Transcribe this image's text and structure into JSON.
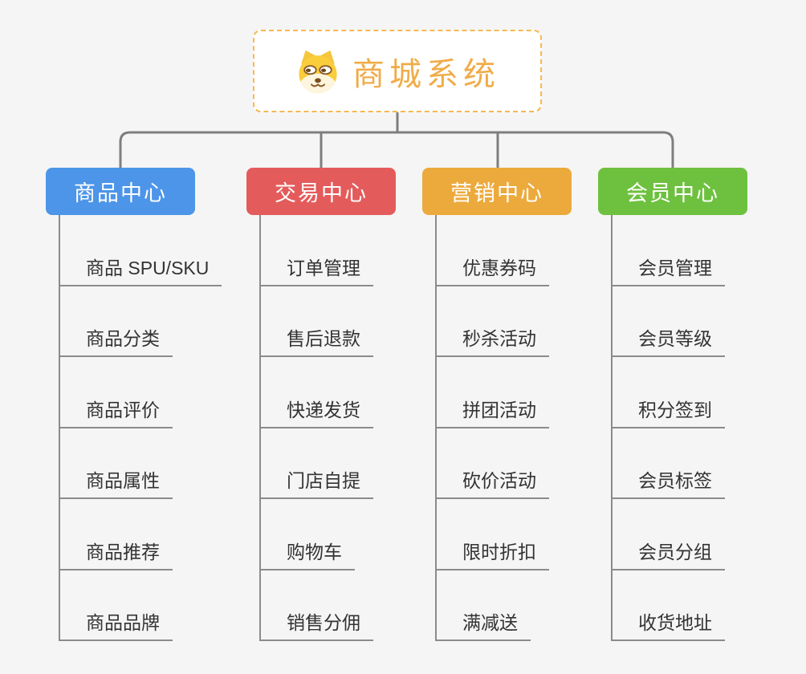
{
  "root": {
    "title": "商城系统",
    "icon": "doge-icon",
    "title_color": "#F0AC48",
    "border_color": "#F7B850"
  },
  "branches": [
    {
      "label": "商品中心",
      "color": "#4C95E8",
      "children": [
        "商品 SPU/SKU",
        "商品分类",
        "商品评价",
        "商品属性",
        "商品推荐",
        "商品品牌"
      ]
    },
    {
      "label": "交易中心",
      "color": "#E45B5B",
      "children": [
        "订单管理",
        "售后退款",
        "快递发货",
        "门店自提",
        "购物车",
        "销售分佣"
      ]
    },
    {
      "label": "营销中心",
      "color": "#ECAA3D",
      "children": [
        "优惠券码",
        "秒杀活动",
        "拼团活动",
        "砍价活动",
        "限时折扣",
        "满减送"
      ]
    },
    {
      "label": "会员中心",
      "color": "#6EC13F",
      "children": [
        "会员管理",
        "会员等级",
        "积分签到",
        "会员标签",
        "会员分组",
        "收货地址"
      ]
    }
  ],
  "colors": {
    "background": "#F5F5F5",
    "connector_line": "#7E7E7E",
    "leaf_line": "#8B8B8B",
    "leaf_text": "#333333",
    "branch_text": "#FFFFFF"
  }
}
